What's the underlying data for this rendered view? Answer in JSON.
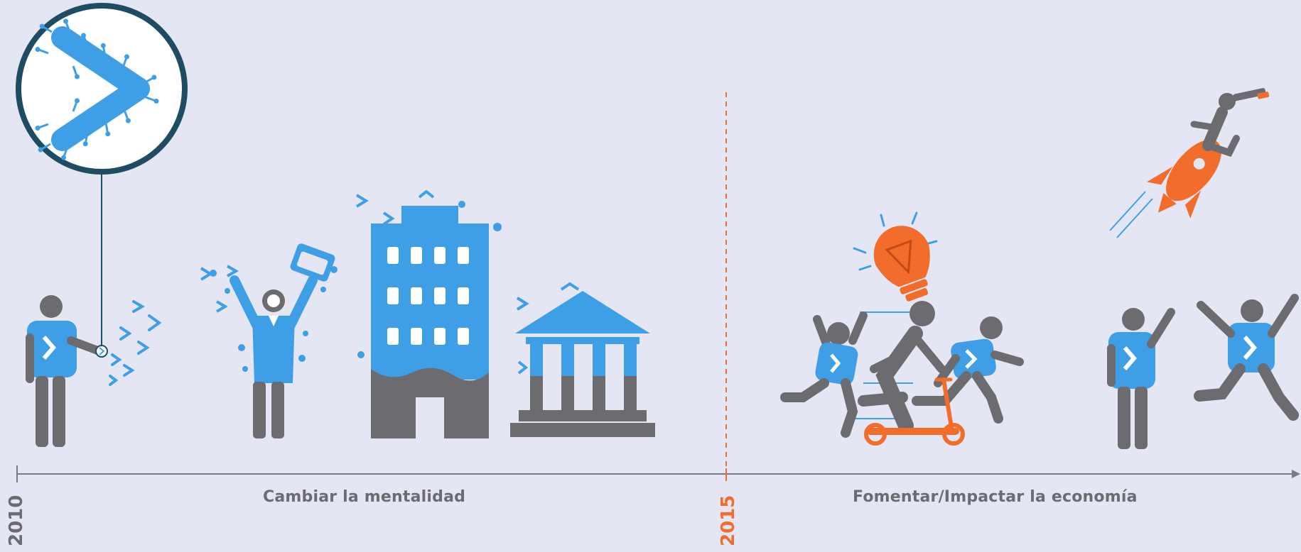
{
  "timeline": {
    "start_year": "2010",
    "mid_year": "2015",
    "phase_1_label": "Cambiar la mentalidad",
    "phase_2_label": "Fomentar/Impactar la economía"
  },
  "colors": {
    "background": "#e5e6f4",
    "gray": "#6b6b70",
    "blue": "#3f9fe6",
    "orange": "#f26c2c",
    "ring": "#1e4c62",
    "axis": "#7a7a88"
  },
  "icons": [
    "virus-icon",
    "person-spreading-icon",
    "cheering-businessman-icon",
    "office-building-icon",
    "bank-building-icon",
    "lightbulb-icon",
    "running-people-icon",
    "scooter-icon",
    "rocket-icon",
    "telescope-person-icon",
    "waving-person-icon",
    "jumping-person-icon"
  ]
}
